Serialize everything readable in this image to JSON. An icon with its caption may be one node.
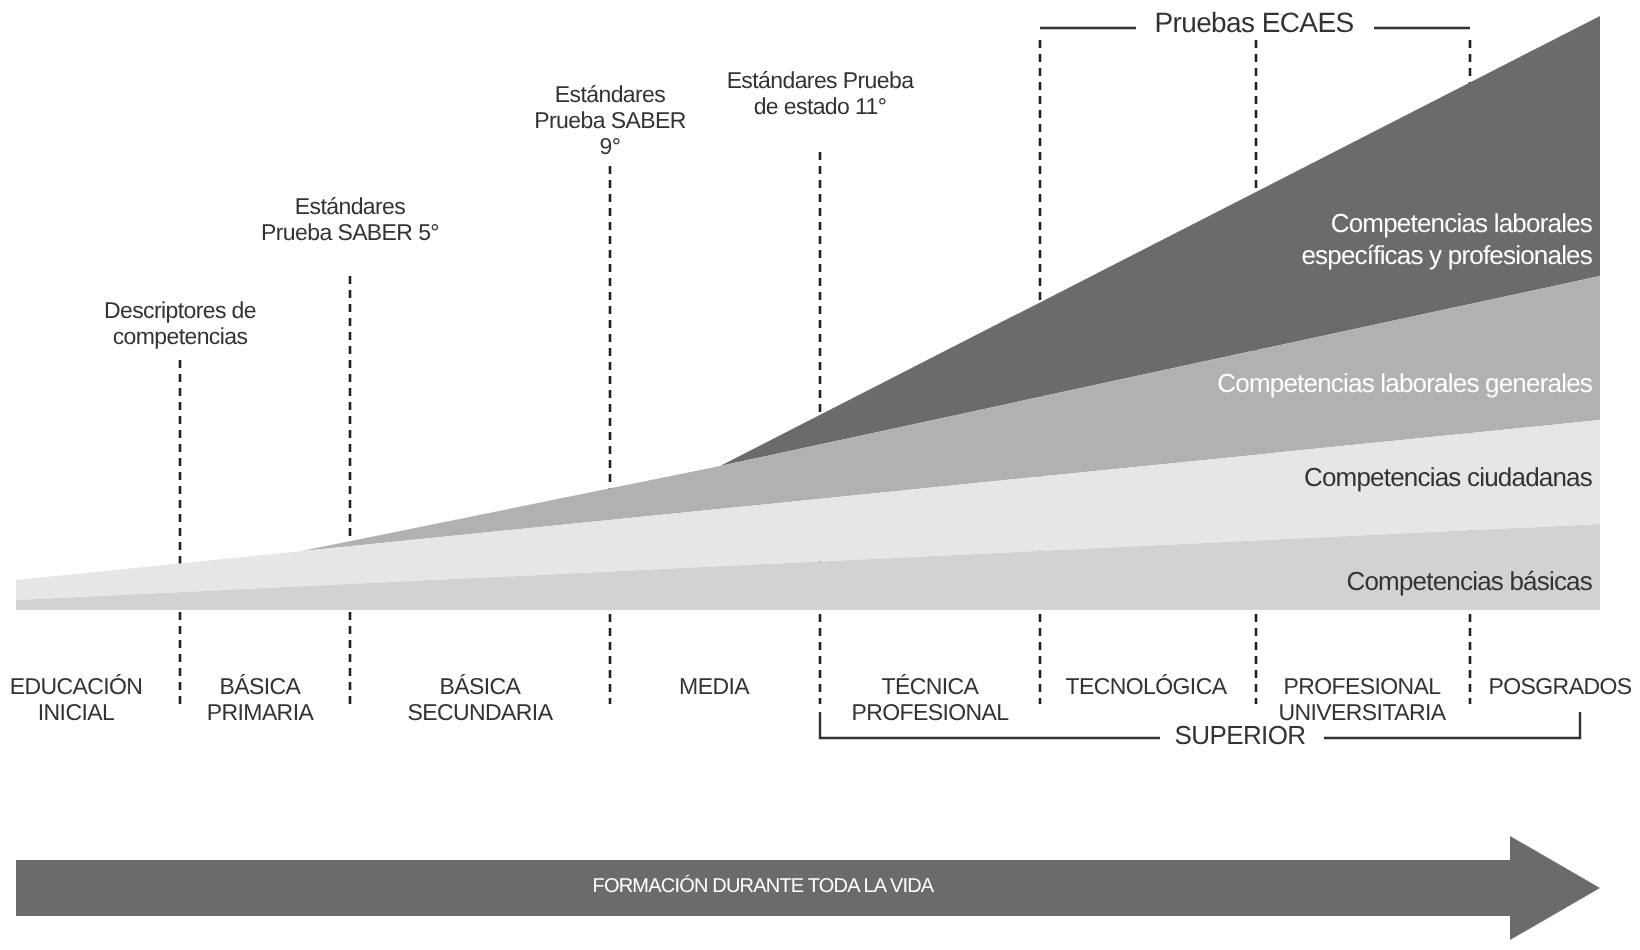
{
  "diagram": {
    "nodes": [
      {
        "text": [
          "Competencias laborales específicas y profesionales"
        ]
      },
      {
        "text": [
          "Competencias laborales generales"
        ]
      },
      {
        "text": [
          "Competencias ciudadanas"
        ]
      },
      {
        "text": [
          "Competencias básicas"
        ]
      },
      {
        "text": [
          "FORMACIÓN DURANTE TODA LA VIDA"
        ]
      }
    ],
    "labels": [
      "Pruebas ECAES",
      "Estándares Prueba SABER 9°",
      "Estándares Prueba de estado 11°",
      "Estándares Prueba SABER 5°",
      "Descriptores de competencias",
      "EDUCACIÓN INICIAL",
      "BÁSICA PRIMARIA",
      "BÁSICA SECUNDARIA",
      "MEDIA",
      "TÉCNICA PROFESIONAL",
      "TECNOLÓGICA",
      "PROFESIONAL UNIVERSITARIA",
      "POSGRADOS",
      "SUPERIOR"
    ]
  }
}
